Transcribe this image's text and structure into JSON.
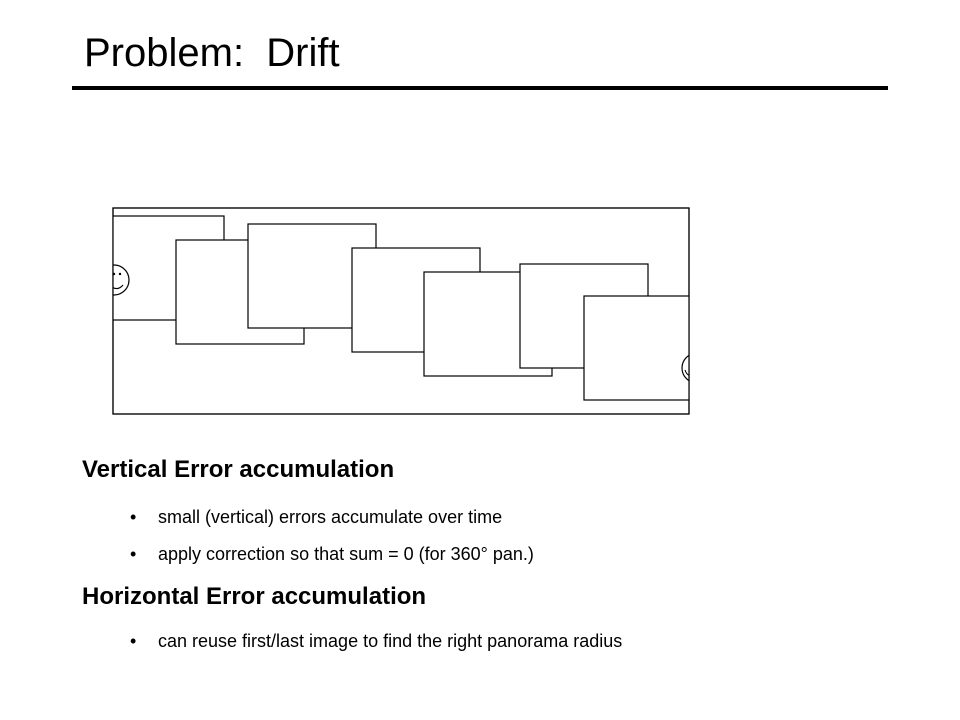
{
  "slide": {
    "title": "Problem:  Drift"
  },
  "figure": {
    "left_face_icon": "smiley-face-icon",
    "right_face_icon": "smiley-face-icon",
    "image_frame_count": 7
  },
  "sections": [
    {
      "heading": "Vertical Error accumulation",
      "bullets": [
        "small (vertical) errors accumulate over time",
        "apply correction so that sum = 0 (for 360° pan.)"
      ]
    },
    {
      "heading": "Horizontal Error accumulation",
      "bullets": [
        "can reuse first/last image to find the right panorama radius"
      ]
    }
  ],
  "bullet_glyph": "•"
}
